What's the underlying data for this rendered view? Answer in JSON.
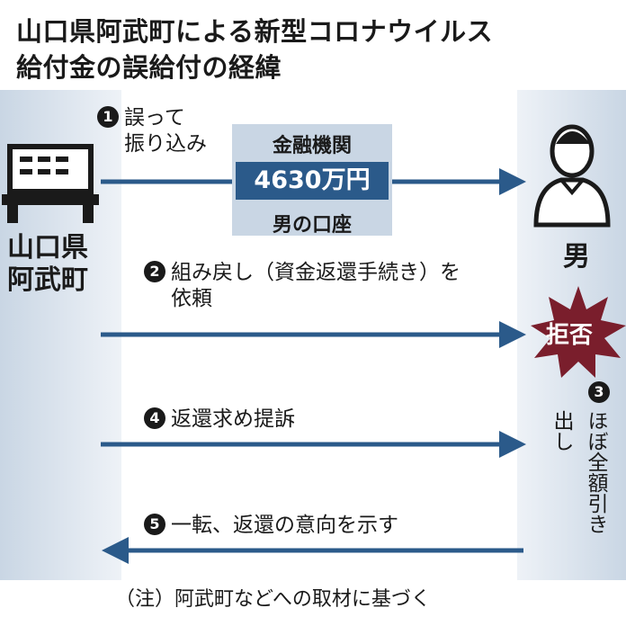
{
  "title": {
    "line1": "山口県阿武町による新型コロナウイルス",
    "line2": "給付金の誤給付の経緯"
  },
  "town": {
    "line1": "山口県",
    "line2": "阿武町"
  },
  "man": {
    "label": "男"
  },
  "bank": {
    "name": "金融機関",
    "amount": "4630万円",
    "account": "男の口座"
  },
  "steps": [
    {
      "num": "1",
      "line1": "誤って",
      "line2": "振り込み"
    },
    {
      "num": "2",
      "line1": "組み戻し（資金返還手続き）を",
      "line2": "依頼"
    },
    {
      "num": "3",
      "col1": "ほぼ全額引き",
      "col2": "出し"
    },
    {
      "num": "4",
      "line1": "返還求め提訴"
    },
    {
      "num": "5",
      "line1": "一転、返還の意向を示す"
    }
  ],
  "refusal": "拒否",
  "note": "（注）阿武町などへの取材に基づく",
  "colors": {
    "arrow": "#2b5a8a",
    "box": "#c9d6e4",
    "starburst": "#7a1e2c"
  },
  "icons": {
    "town": "building-icon",
    "man": "person-icon"
  }
}
